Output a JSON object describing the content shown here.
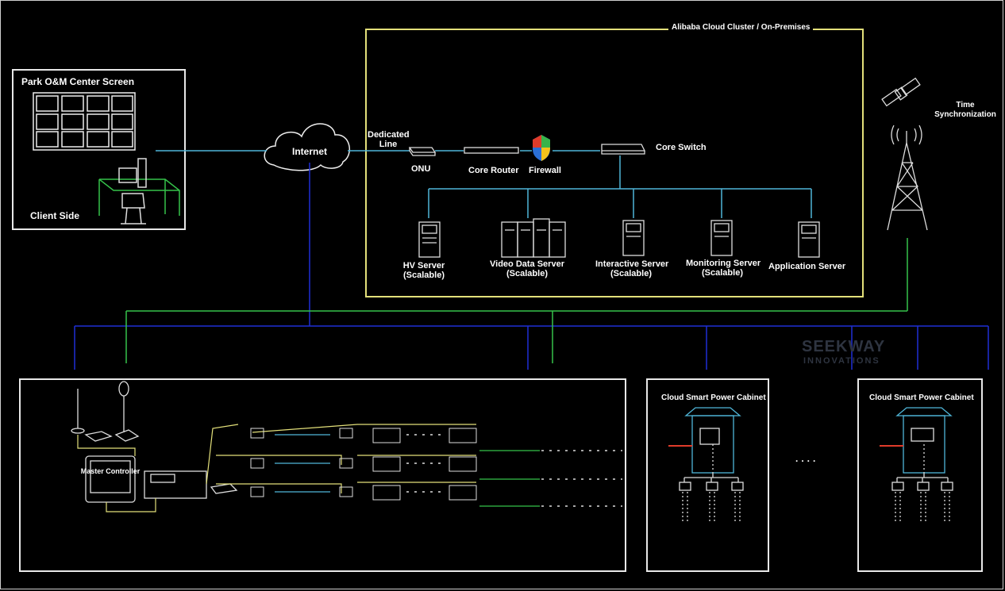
{
  "cluster": {
    "title": "Alibaba Cloud Cluster / On-Premises"
  },
  "park": {
    "title": "Park O&M Center Screen",
    "client": "Client Side"
  },
  "internet": "Internet",
  "network": {
    "dedicated_line": "Dedicated Line",
    "onu": "ONU",
    "core_router": "Core Router",
    "firewall": "Firewall",
    "core_switch": "Core Switch"
  },
  "servers": [
    {
      "name": "HV Server",
      "note": "(Scalable)"
    },
    {
      "name": "Video Data Server",
      "note": "(Scalable)"
    },
    {
      "name": "Interactive Server",
      "note": "(Scalable)"
    },
    {
      "name": "Monitoring Server",
      "note": "(Scalable)"
    },
    {
      "name": "Application Server",
      "note": ""
    }
  ],
  "time_sync": "Time Synchronization",
  "field": {
    "master_controller": "Master Controller"
  },
  "cabinets": [
    {
      "title": "Cloud Smart Power Cabinet"
    },
    {
      "title": "Cloud Smart Power Cabinet"
    }
  ],
  "ellipsis": "· · · ·",
  "watermark": {
    "brand": "SEEKWAY",
    "sub": "INNOVATIONS"
  },
  "colors": {
    "cyan": "#4fb6d9",
    "blue": "#1f2fd6",
    "green": "#35c24a",
    "yellow": "#e3e07a"
  }
}
